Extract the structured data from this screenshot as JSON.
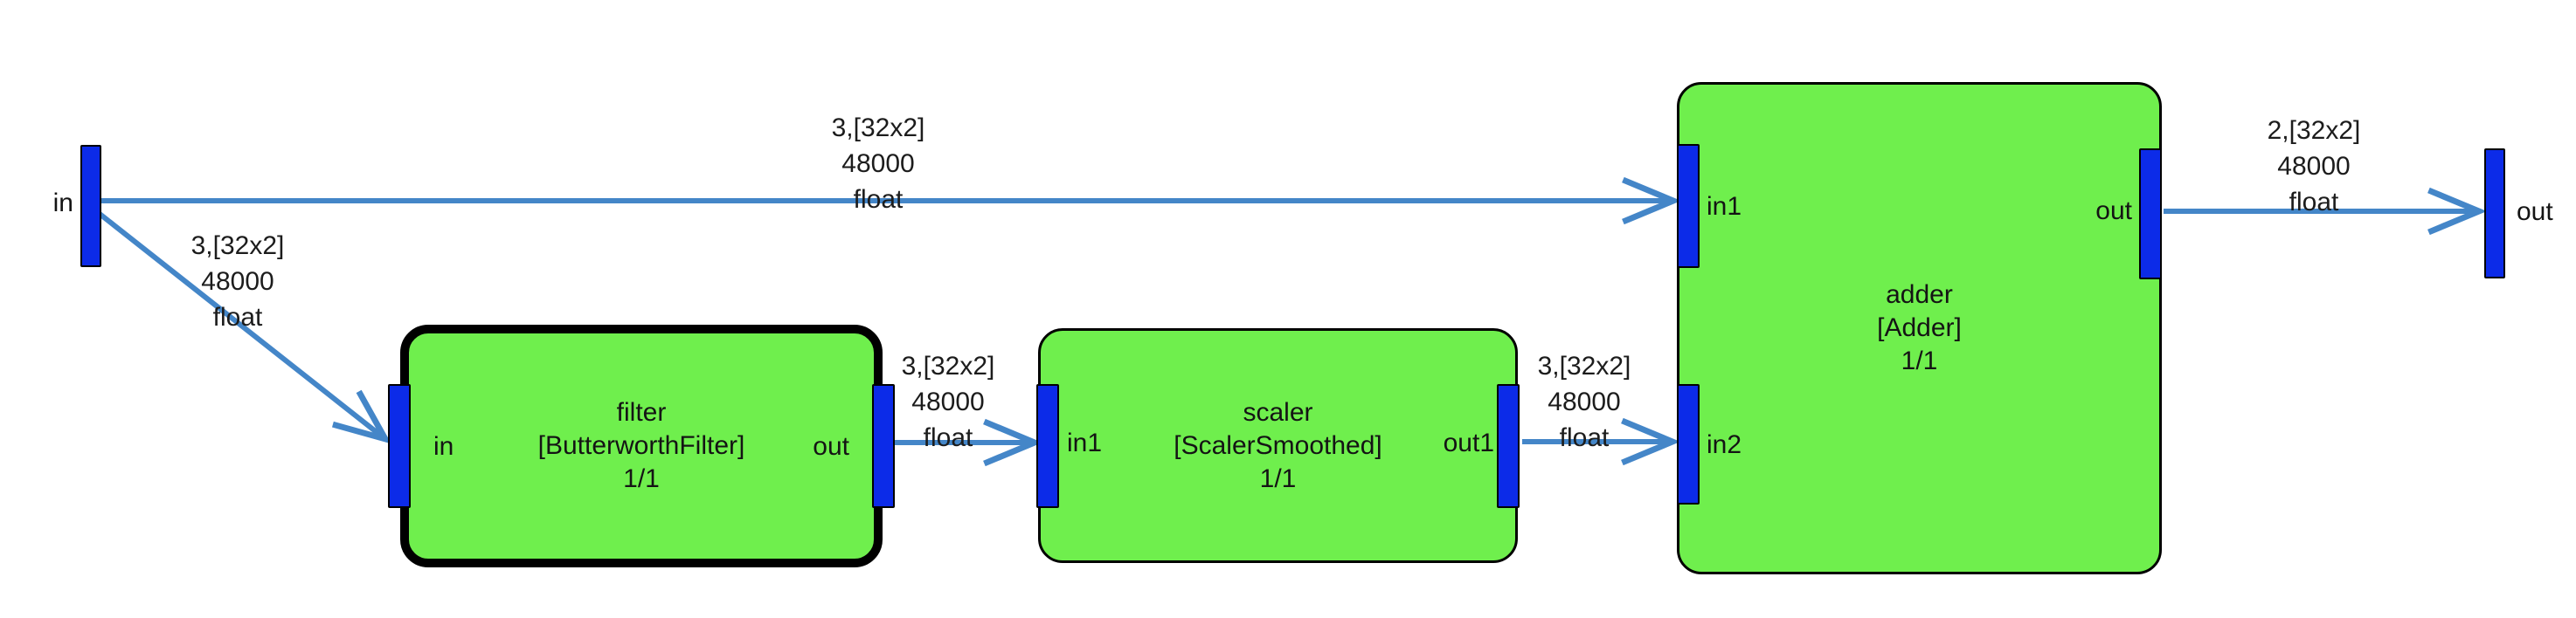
{
  "colors": {
    "block_fill": "#6FEF4D",
    "port_fill": "#0C2BE8",
    "edge": "#4486C8",
    "border": "#000000",
    "text": "#141414",
    "background": "#FFFFFF"
  },
  "terminals": {
    "input_label": "in",
    "output_label": "out"
  },
  "blocks": {
    "filter": {
      "name": "filter",
      "type": "[ButterworthFilter]",
      "rate": "1/1",
      "port_in": "in",
      "port_out": "out"
    },
    "scaler": {
      "name": "scaler",
      "type": "[ScalerSmoothed]",
      "rate": "1/1",
      "port_in": "in1",
      "port_out": "out1"
    },
    "adder": {
      "name": "adder",
      "type": "[Adder]",
      "rate": "1/1",
      "port_in1": "in1",
      "port_in2": "in2",
      "port_out": "out"
    }
  },
  "edges": {
    "source_to_adder": {
      "l1": "3,[32x2]",
      "l2": "48000",
      "l3": "float"
    },
    "source_to_filter": {
      "l1": "3,[32x2]",
      "l2": "48000",
      "l3": "float"
    },
    "filter_to_scaler": {
      "l1": "3,[32x2]",
      "l2": "48000",
      "l3": "float"
    },
    "scaler_to_adder": {
      "l1": "3,[32x2]",
      "l2": "48000",
      "l3": "float"
    },
    "adder_to_output": {
      "l1": "2,[32x2]",
      "l2": "48000",
      "l3": "float"
    }
  }
}
